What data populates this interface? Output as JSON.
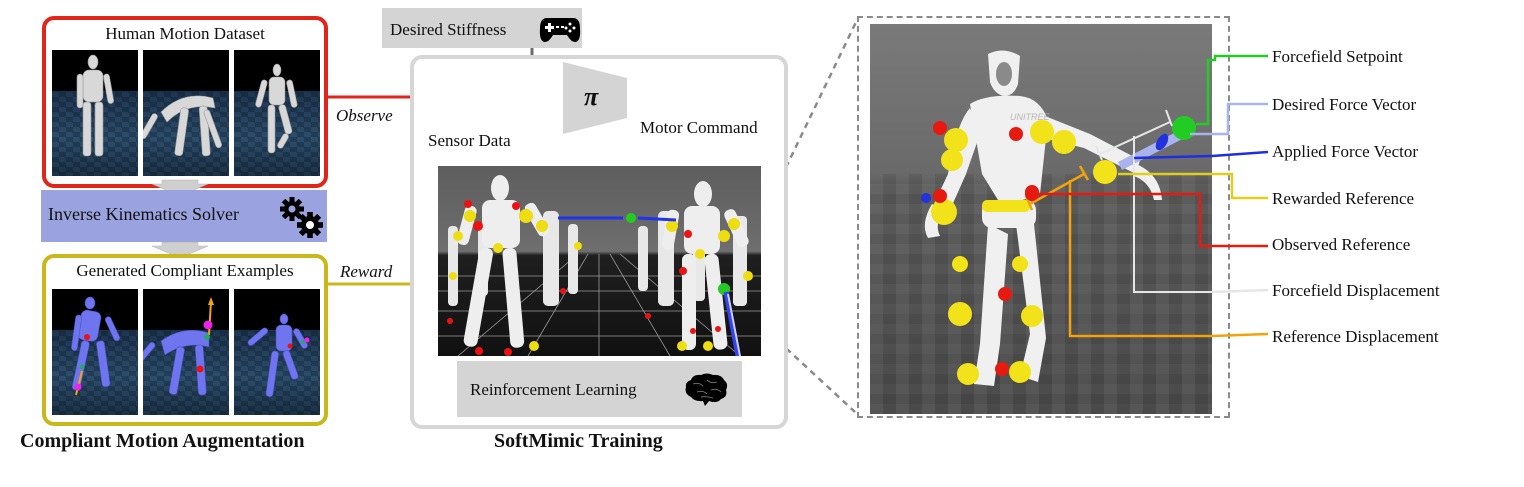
{
  "left_panel": {
    "dataset_title": "Human Motion Dataset",
    "ik_solver_label": "Inverse Kinematics Solver",
    "ik_icon": "gears-icon",
    "generated_title": "Generated Compliant Examples",
    "caption": "Compliant Motion Augmentation",
    "colors": {
      "dataset_border": "#e0261b",
      "generated_border": "#c9b81c",
      "ik_fill": "#9aa3e0"
    }
  },
  "arrows": {
    "observe_label": "Observe",
    "reward_label": "Reward",
    "sensor_label": "Sensor Data",
    "motor_label": "Motor Command"
  },
  "middle_panel": {
    "stiffness_label": "Desired Stiffness",
    "stiffness_icon": "gamepad-icon",
    "policy_symbol": "π",
    "rl_label": "Reinforcement Learning",
    "rl_icon": "brain-icon",
    "caption": "SoftMimic Training"
  },
  "legend": {
    "items": [
      {
        "label": "Forcefield Setpoint",
        "color": "#22cc22"
      },
      {
        "label": "Desired Force Vector",
        "color": "#a9b4ef"
      },
      {
        "label": "Applied Force Vector",
        "color": "#1e2fe0"
      },
      {
        "label": "Rewarded Reference",
        "color": "#e0cf1a"
      },
      {
        "label": "Observed Reference",
        "color": "#e0261b"
      },
      {
        "label": "Forcefield Displacement",
        "color": "#e6e6e6"
      },
      {
        "label": "Reference Displacement",
        "color": "#f2a20c"
      }
    ]
  },
  "zoom_view": {
    "logo_text": "UNITREE"
  }
}
